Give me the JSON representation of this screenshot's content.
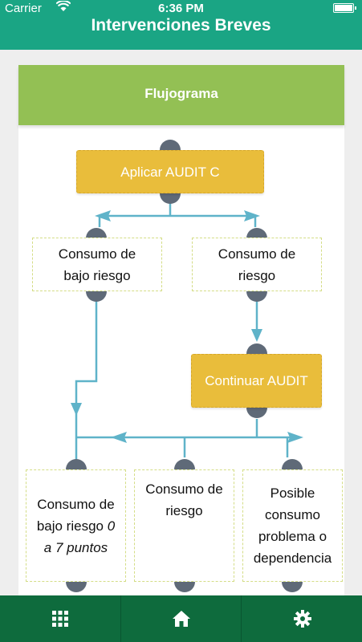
{
  "status_bar": {
    "carrier": "Carrier",
    "time": "6:36 PM"
  },
  "nav_bar": {
    "title": "Intervenciones Breves"
  },
  "card": {
    "title": "Flujograma"
  },
  "flow": {
    "step_audit_c": "Aplicar AUDIT C",
    "low_risk": [
      "Consumo de",
      "bajo riesgo"
    ],
    "risk": [
      "Consumo de",
      "riesgo"
    ],
    "continue_audit": "Continuar AUDIT",
    "result_low_risk": [
      "Consumo de",
      "bajo riesgo ",
      "0",
      "a 7 puntos"
    ],
    "result_risk": [
      "Consumo de",
      "riesgo"
    ],
    "result_dependence": [
      "Posible",
      "consumo",
      "problema o",
      "dependencia"
    ]
  },
  "colors": {
    "header_green": "#1aa584",
    "card_header": "#93c054",
    "tab_bar": "#0e6b3d",
    "arrow": "#5fb3c9",
    "yellow_box": "#e9bd3b",
    "connector": "#5f6a78"
  },
  "tabs": [
    {
      "icon": "grid-icon"
    },
    {
      "icon": "home-icon"
    },
    {
      "icon": "gear-icon"
    }
  ]
}
